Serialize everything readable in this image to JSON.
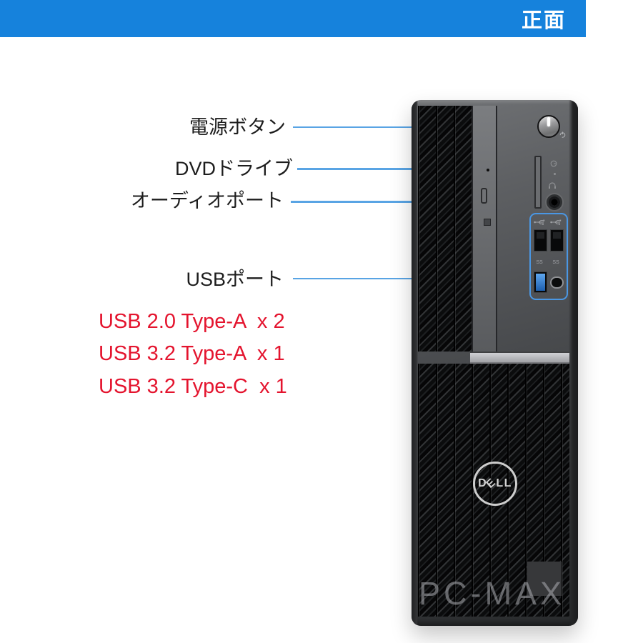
{
  "header": {
    "badge": "正面",
    "bar_color": "#1682dc"
  },
  "annotations": {
    "line_color": "#59a4e4",
    "labels": [
      {
        "text": "電源ボタン"
      },
      {
        "text": "DVDドライブ"
      },
      {
        "text": "オーディオポート"
      },
      {
        "text": "USBポート"
      }
    ],
    "specs": [
      {
        "text": "USB 2.0 Type-A  x 2"
      },
      {
        "text": "USB 3.2 Type-A  x 1"
      },
      {
        "text": "USB 3.2 Type-C  x 1"
      }
    ],
    "spec_color": "#e4142e"
  },
  "device": {
    "brand_letters": [
      "D",
      "E",
      "L",
      "L"
    ],
    "watermark": "PC-MAX",
    "usb": {
      "ss_label": "SS"
    },
    "highlight_box_color": "#4a97e4"
  }
}
